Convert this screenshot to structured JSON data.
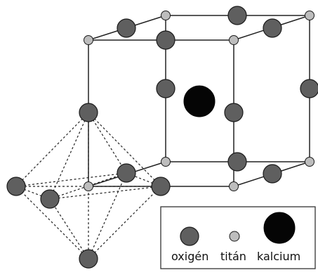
{
  "diagram": {
    "colors": {
      "line": "#222222",
      "oxygen_fill": "#5f5f5f",
      "titanium_fill": "#bdbdbd",
      "calcium_fill": "#050505",
      "atom_stroke": "#1a1a1a"
    },
    "atom_types": [
      "oxygen",
      "titanium",
      "calcium"
    ]
  },
  "legend": {
    "oxygen": "oxigén",
    "titanium": "titán",
    "calcium": "kalcium"
  }
}
